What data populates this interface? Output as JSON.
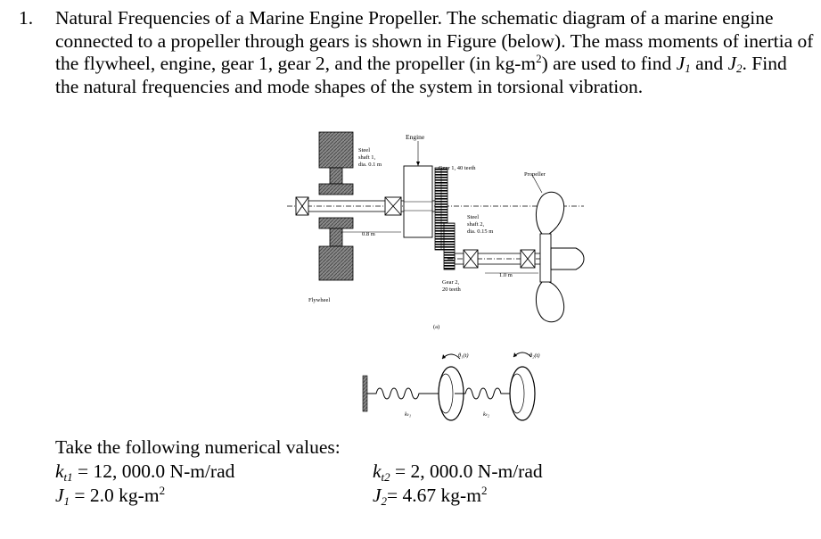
{
  "question": {
    "number": "1.",
    "title": "Natural Frequencies of a Marine Engine Propeller.",
    "text_1": " The schematic diagram of a marine engine connected to a propeller through gears is shown in Figure (below). The mass moments of inertia of the flywheel, engine, gear 1, gear 2, and the propeller (in kg-m",
    "text_1_sup": "2",
    "text_2": ") are used to find ",
    "J1_symbol": "J",
    "J1_sub": "1",
    "text_and": " and ",
    "J2_symbol": "J",
    "J2_sub": "2",
    "text_3": ". Find the natural frequencies and mode shapes of the system in torsional vibration."
  },
  "figure": {
    "labels": {
      "engine": "Engine",
      "shaft1_line1": "Steel",
      "shaft1_line2": "shaft 1,",
      "shaft1_line3": "dia. 0.1 m",
      "gear1": "Gear 1, 40 teeth",
      "propeller": "Propeller",
      "shaft2_line1": "Steel",
      "shaft2_line2": "shaft 2,",
      "shaft2_line3": "dia. 0.15 m",
      "len_08": "0.8 m",
      "len_10": "1.0 m",
      "gear2_line1": "Gear 2,",
      "gear2_line2": "20 teeth",
      "flywheel": "Flywheel",
      "part_a": "(a)",
      "theta1": "θ₁(t)",
      "theta2": "θ₂(t)",
      "kt1": "kₜ₁",
      "kt2": "kₜ₂"
    }
  },
  "given": {
    "intro": "Take the following numerical values:",
    "kt1_symbol": "k",
    "kt1_sub": "t1",
    "kt1_value": " = 12, 000.0 N-m/rad",
    "kt2_symbol": "k",
    "kt2_sub": "t2",
    "kt2_value": " = 2, 000.0 N-m/rad",
    "J1_symbol": "J",
    "J1_sub": "1",
    "J1_value": " = 2.0 kg-m",
    "J1_unit_sup": "2",
    "J2_symbol": "J",
    "J2_sub": "2",
    "J2_value": "= 4.67 kg-m",
    "J2_unit_sup": "2"
  }
}
